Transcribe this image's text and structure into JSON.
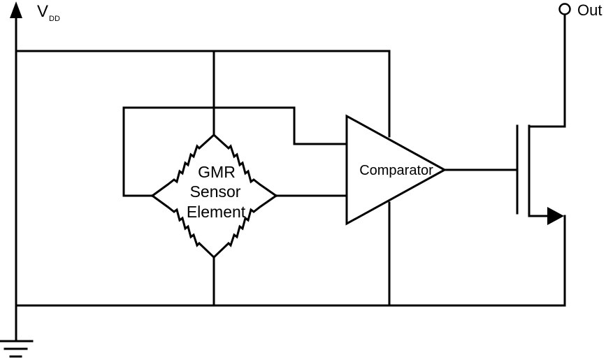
{
  "labels": {
    "vdd_main": "V",
    "vdd_sub": "DD",
    "out": "Out",
    "gmr_line1": "GMR",
    "gmr_line2": "Sensor",
    "gmr_line3": "Element",
    "comparator": "Comparator"
  },
  "colors": {
    "stroke": "#000000",
    "background": "#ffffff"
  }
}
